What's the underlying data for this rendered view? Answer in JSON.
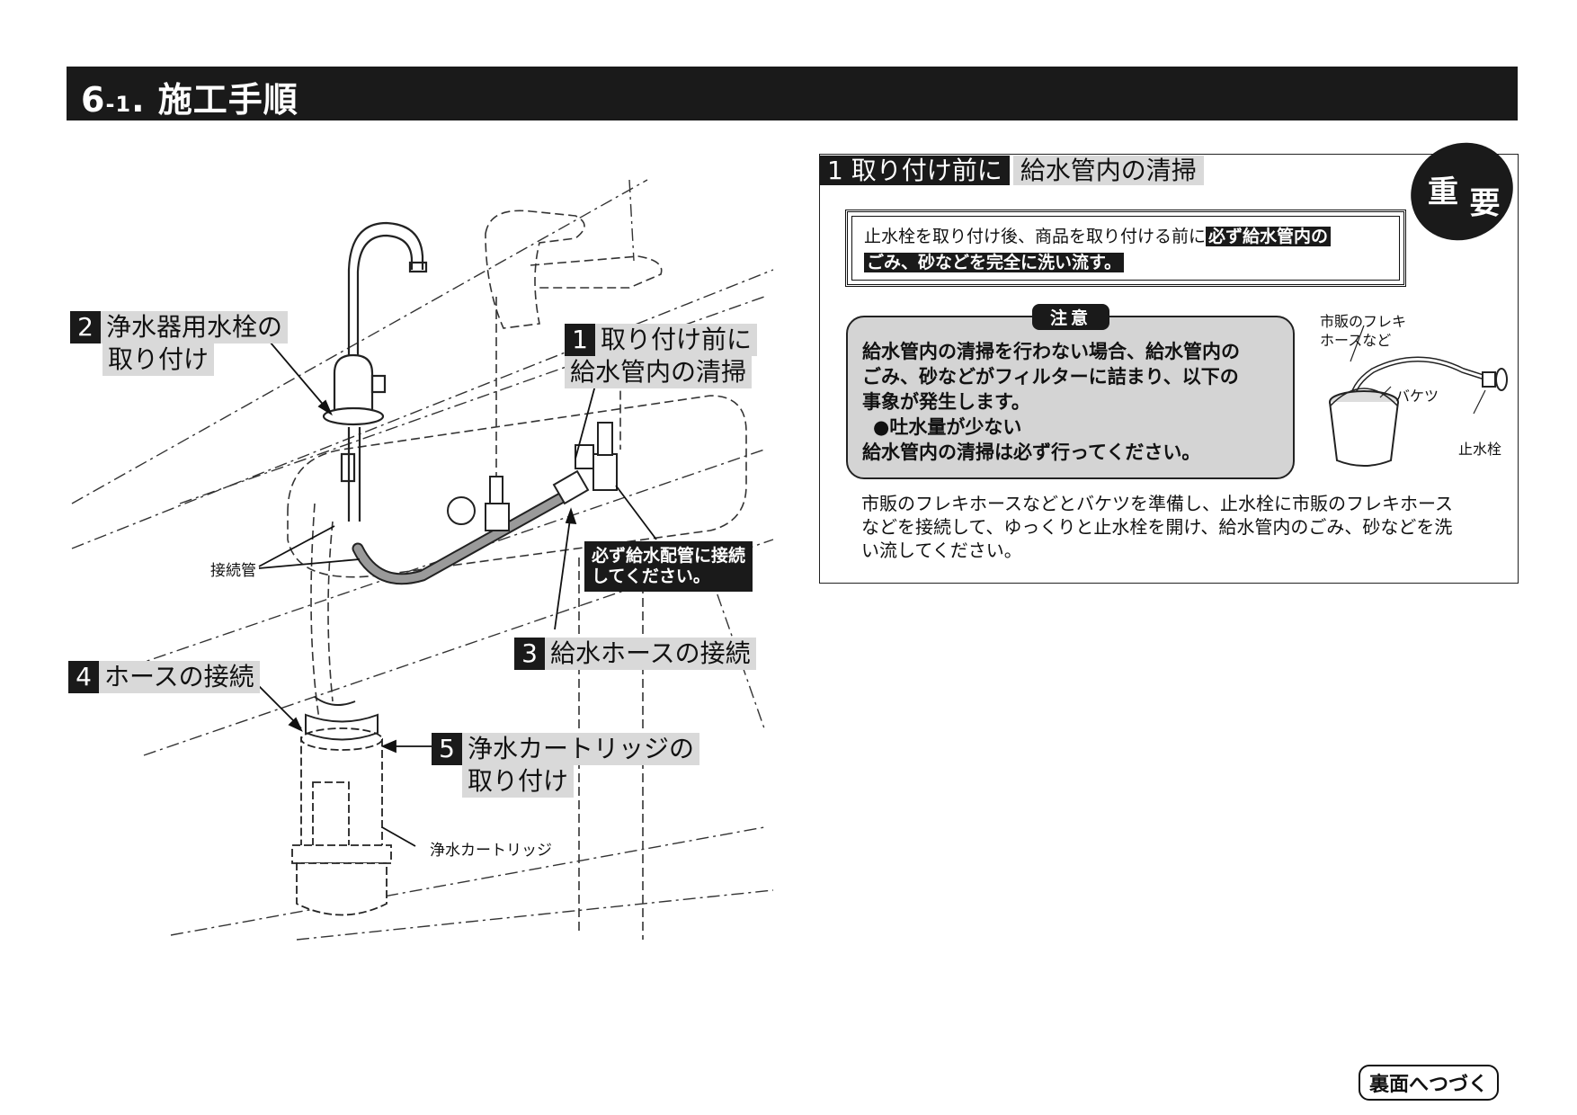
{
  "header": {
    "num_main": "6",
    "num_sub": "-1",
    "dot": ".",
    "title": "施工手順"
  },
  "diagram": {
    "step2": {
      "num": "2",
      "line1": "浄水器用水栓の",
      "line2": "取り付け"
    },
    "step1": {
      "num": "1",
      "line1": "取り付け前に",
      "line2": "給水管内の清掃"
    },
    "step3": {
      "num": "3",
      "text": "給水ホースの接続"
    },
    "step4": {
      "num": "4",
      "text": "ホースの接続"
    },
    "step5": {
      "num": "5",
      "line1": "浄水カートリッジの",
      "line2": "取り付け"
    },
    "connector_label": "接続管",
    "cartridge_label": "浄水カートリッジ",
    "warning_line1": "必ず給水配管に接続",
    "warning_line2": "してください。"
  },
  "panel": {
    "step_num": "1",
    "step_title_a": "取り付け前に",
    "step_title_b": "給水管内の清掃",
    "badge_1": "重",
    "badge_2": "要",
    "important_pre": "止水栓を取り付け後、商品を取り付ける前に",
    "important_hl1": "必ず給水管内の",
    "important_hl2": "ごみ、砂などを完全に洗い流す。",
    "caution_title": "注意",
    "caution_lines": [
      "給水管内の清掃を行わない場合、給水管内の",
      "ごみ、砂などがフィルターに詰まり、以下の",
      "事象が発生します。",
      "●吐水量が少ない",
      "給水管内の清掃は必ず行ってください。"
    ],
    "illus_hose_1": "市販のフレキ",
    "illus_hose_2": "ホースなど",
    "illus_bucket": "バケツ",
    "illus_valve": "止水栓",
    "desc_lines": [
      "市販のフレキホースなどとバケツを準備し、止水栓に市販のフレキホース",
      "などを接続して、ゆっくりと止水栓を開け、給水管内のごみ、砂などを洗",
      "い流してください。"
    ]
  },
  "footer": {
    "continue": "裏面へつづく"
  }
}
